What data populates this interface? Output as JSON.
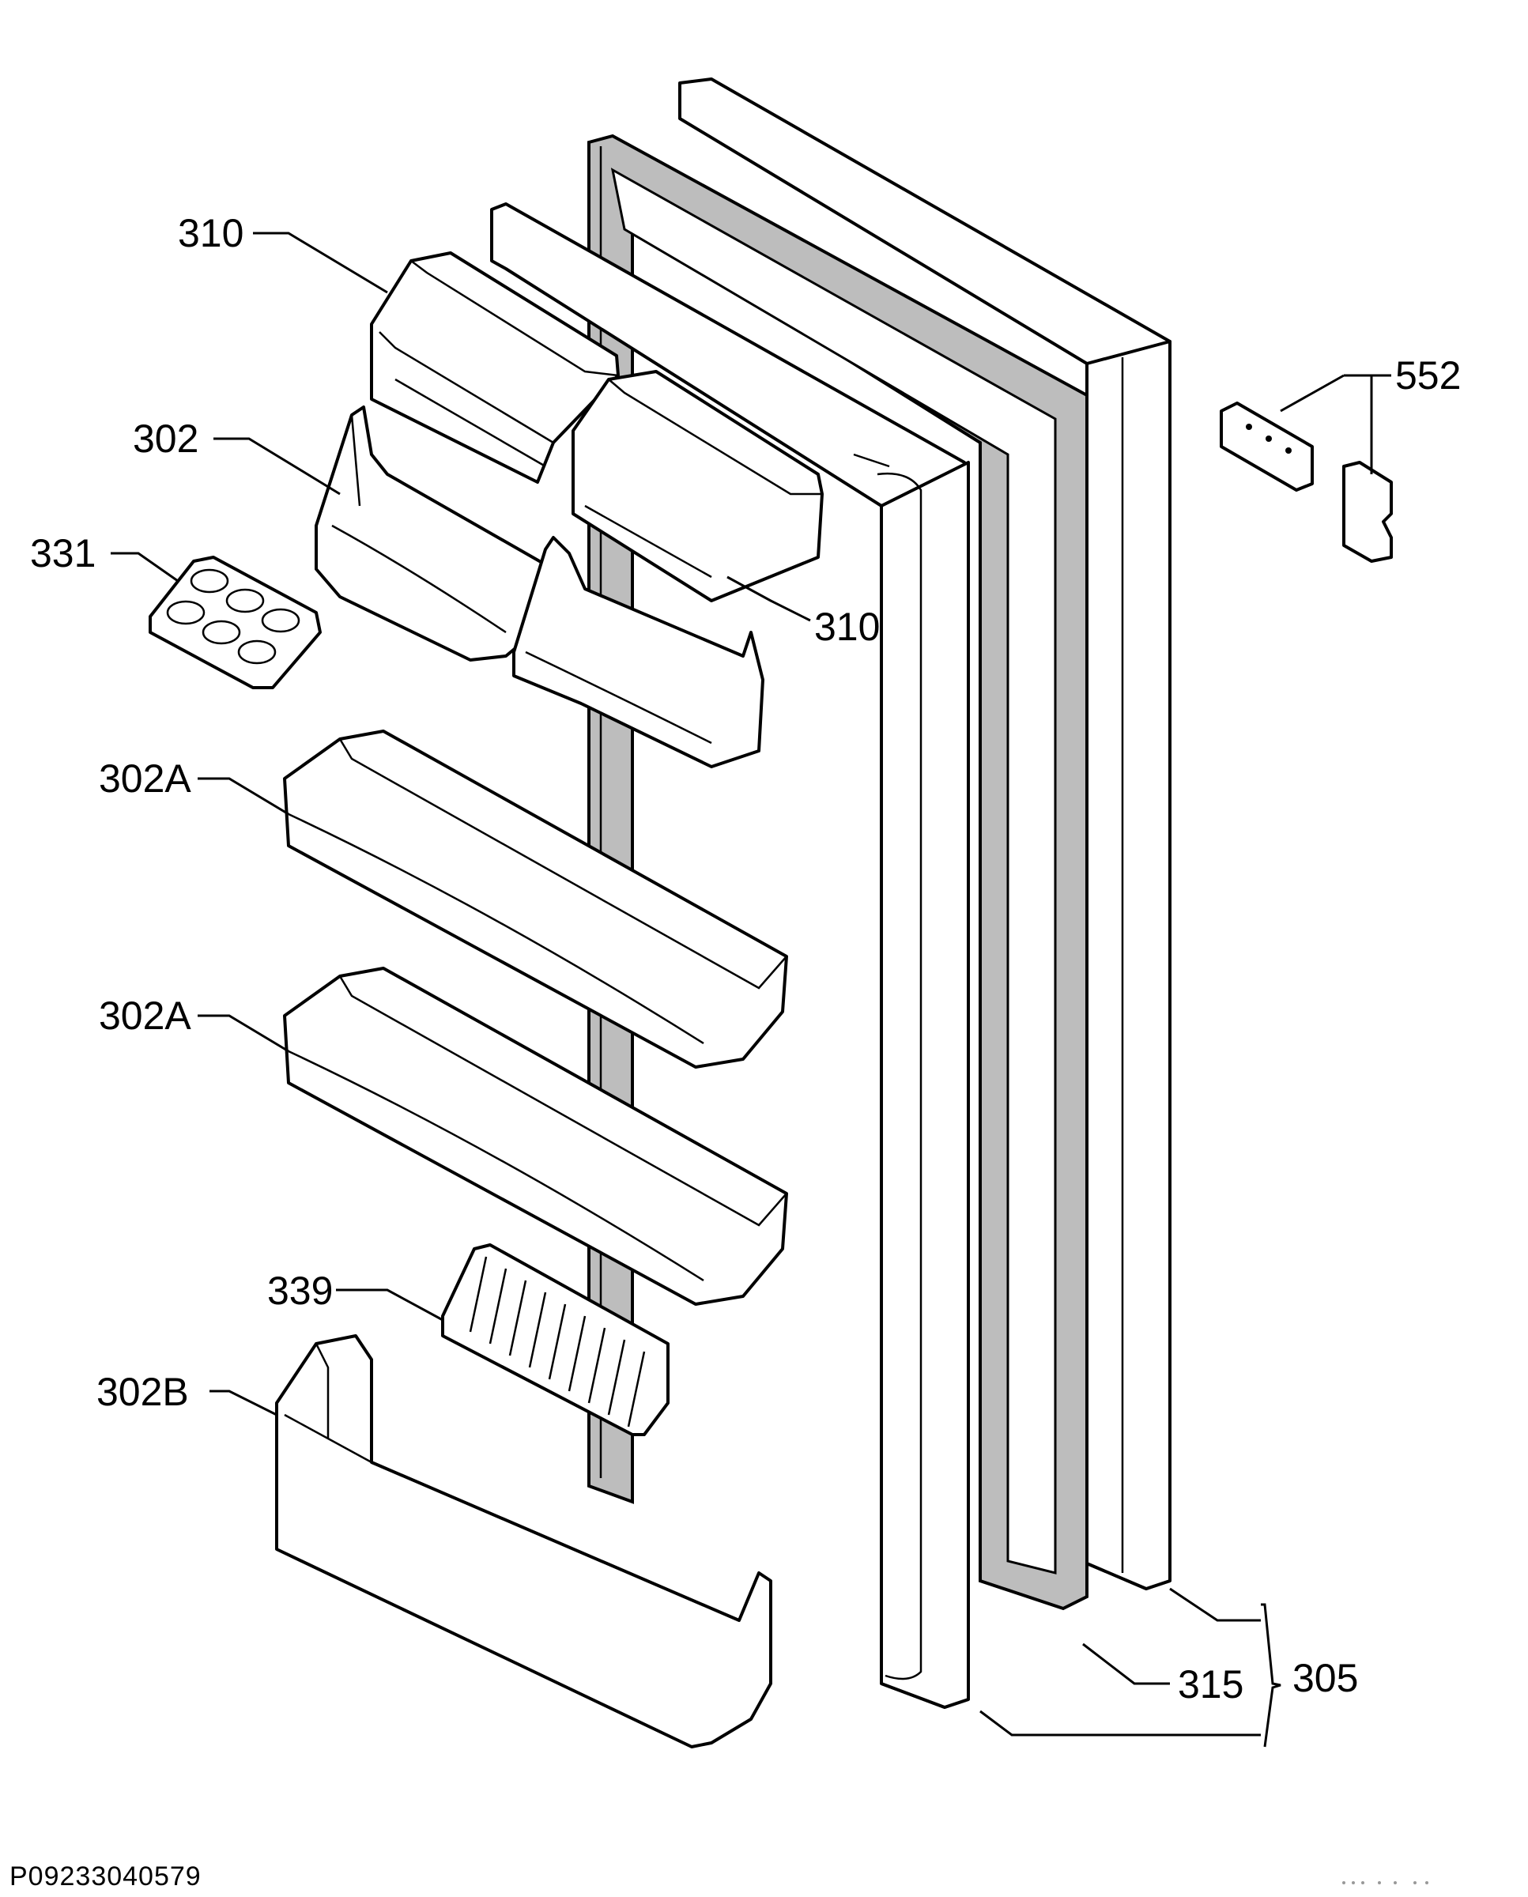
{
  "diagram": {
    "labels": {
      "l310a": "310",
      "l302": "302",
      "l331": "331",
      "l310b": "310",
      "l552": "552",
      "l302a1": "302A",
      "l302a2": "302A",
      "l339": "339",
      "l302b": "302B",
      "l315": "315",
      "l305": "305"
    },
    "drawing_code": "P09233040579"
  }
}
